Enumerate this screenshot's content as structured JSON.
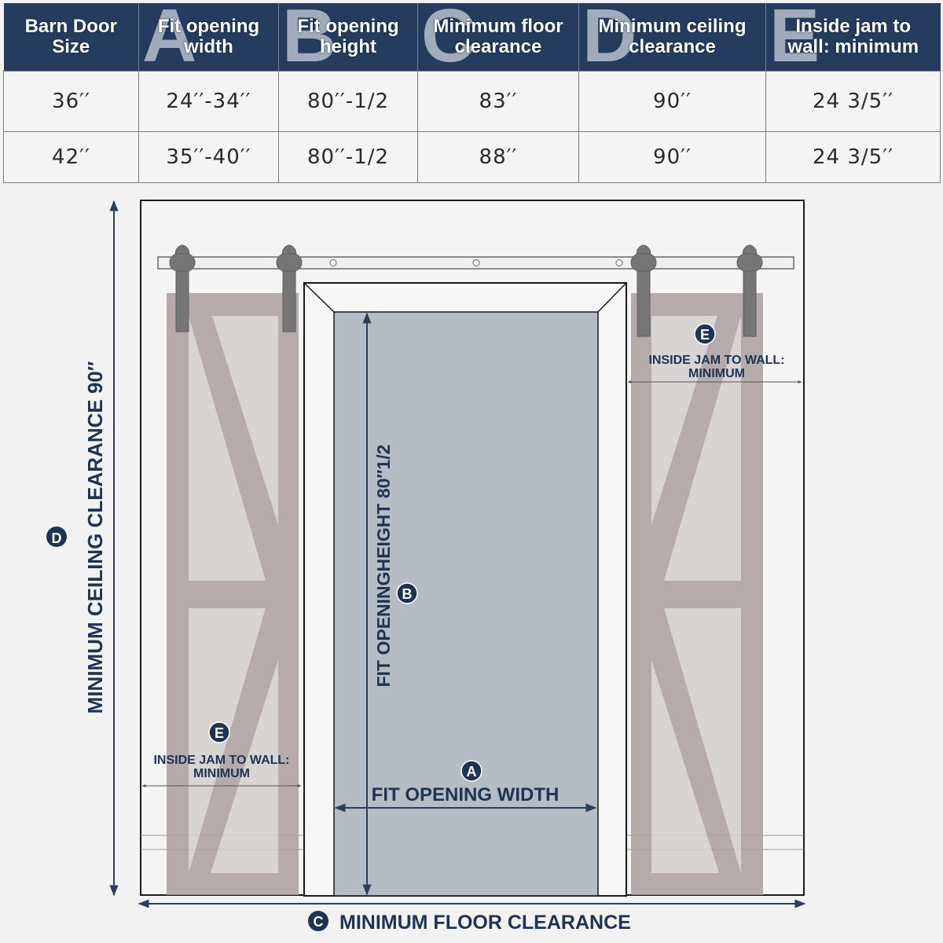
{
  "table": {
    "headers": [
      {
        "letter": "",
        "line1": "Barn Door",
        "line2": "Size"
      },
      {
        "letter": "A",
        "line1": "Fit opening",
        "line2": "width"
      },
      {
        "letter": "B",
        "line1": "Fit opening",
        "line2": "height"
      },
      {
        "letter": "C",
        "line1": "Minimum floor",
        "line2": "clearance"
      },
      {
        "letter": "D",
        "line1": "Minimum ceiling",
        "line2": "clearance"
      },
      {
        "letter": "E",
        "line1": "Inside jam to",
        "line2": "wall: minimum"
      }
    ],
    "rows": [
      [
        "36′′",
        "24′′-34′′",
        "80′′-1/2",
        "83′′",
        "90′′",
        "24 3/5′′"
      ],
      [
        "42′′",
        "35′′-40′′",
        "80′′-1/2",
        "88′′",
        "90′′",
        "24 3/5′′"
      ]
    ]
  },
  "diagram": {
    "badge_a": "A",
    "badge_b": "B",
    "badge_c": "C",
    "badge_d": "D",
    "badge_e": "E",
    "fit_opening_width": "FIT OPENING WIDTH",
    "fit_opening_height": "FIT OPENINGHEIGHT 80′′1/2",
    "min_floor_clearance": "MINIMUM FLOOR CLEARANCE",
    "min_ceiling_clearance": "MINIMUM CEILING CLEARANCE 90″",
    "inside_jam_line1": "INSIDE JAM TO WALL:",
    "inside_jam_line2": "MINIMUM"
  },
  "colors": {
    "header_bg": "#253c5e",
    "label": "#1f3353",
    "door_fill": "#b8adad",
    "opening_fill": "#b4bcc6"
  }
}
